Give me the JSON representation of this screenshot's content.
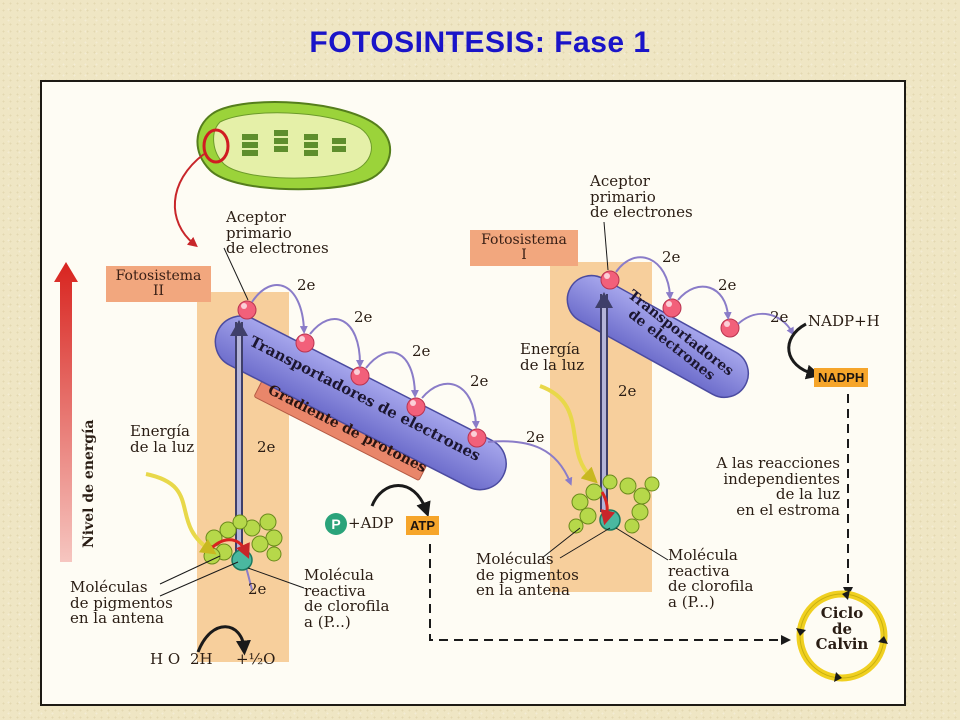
{
  "title": "FOTOSINTESIS: Fase 1",
  "diagram": {
    "energy_axis_label": "Nivel de energía",
    "ps2_label": "Fotosistema\nII",
    "ps1_label": "Fotosistema\nI",
    "acceptor_ps2": "Aceptor\nprimario\nde electrones",
    "acceptor_ps1": "Aceptor\nprimario\nde electrones",
    "chain1_label": "Transportadores de electrones",
    "chain2_label": "Transportadores\nde electrones",
    "gradient_label": "Gradiente de protones",
    "light_energy_ps2": "Energía\nde la luz",
    "light_energy_ps1": "Energía\nde la luz",
    "electron_label": "2e",
    "antenna_ps2": "Moléculas\nde pigmentos\nen la antena",
    "antenna_ps1": "Moléculas\nde pigmentos\nen la antena",
    "reactive_ps2": "Molécula\nreactiva\nde clorofila\na (P...)",
    "reactive_ps1": "Molécula\nreactiva\nde clorofila\na (P...)",
    "water": "H O",
    "hydrogen": "2H",
    "oxygen": "+½O",
    "phosphate": "P",
    "adp": "+ADP",
    "atp": "ATP",
    "nadp": "NADP+H",
    "nadph": "NADPH",
    "stroma_note": "A las reacciones\nindependientes\nde la luz\nen el estroma",
    "calvin": "Ciclo\nde\nCalvin",
    "colors": {
      "title": "#1a14c8",
      "column": "#f7cf9c",
      "carrier_band": "#8e8ede",
      "electron_bead": "#f2607a",
      "energy_arrow": "#c8262a",
      "gradient_bar": "#e9866a",
      "badge": "#f6a52a",
      "calvin": "#f0d020"
    }
  }
}
